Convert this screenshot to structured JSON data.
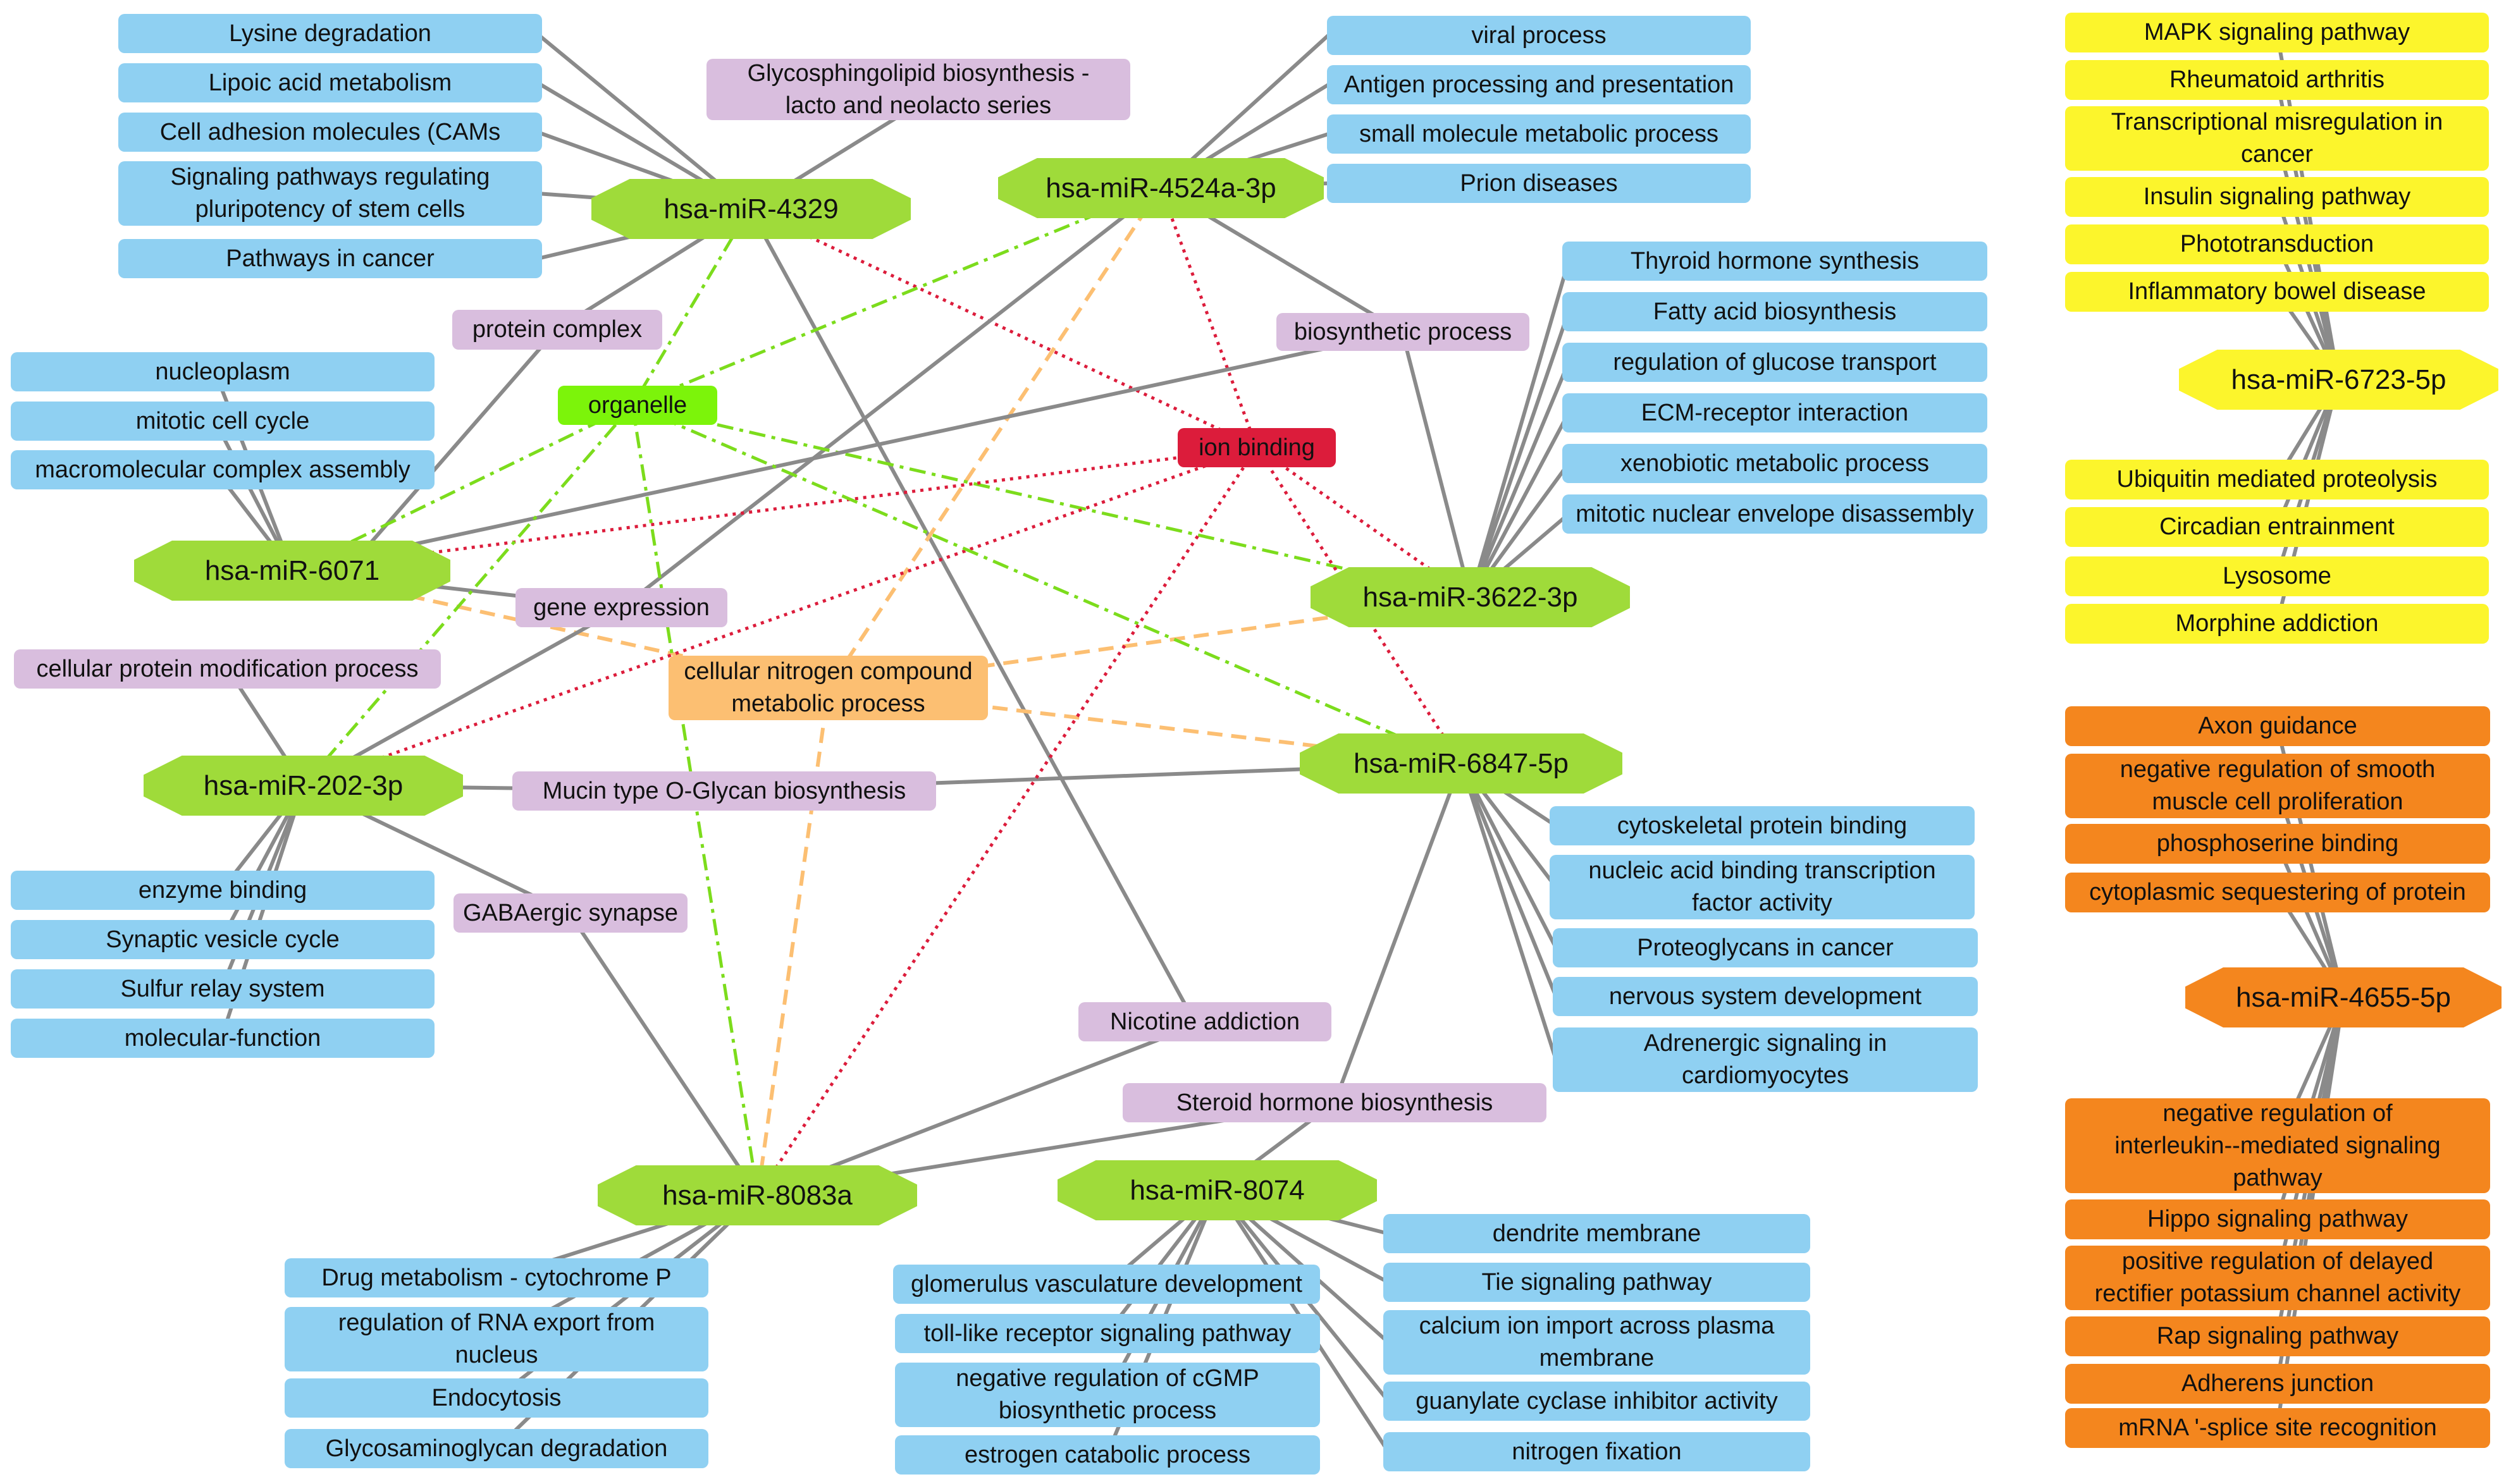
{
  "mirnas": {
    "m4329": "hsa-miR-4329",
    "m4524": "hsa-miR-4524a-3p",
    "m6071": "hsa-miR-6071",
    "m3622": "hsa-miR-3622-3p",
    "m202": "hsa-miR-202-3p",
    "m6847": "hsa-miR-6847-5p",
    "m8083": "hsa-miR-8083a",
    "m8074": "hsa-miR-8074",
    "m6723": "hsa-miR-6723-5p",
    "m4655": "hsa-miR-4655-5p"
  },
  "shared": {
    "glyco_lacto": "Glycosphingolipid biosynthesis -\nlacto and neolacto series",
    "protein_complex": "protein complex",
    "organelle": "organelle",
    "biosynthetic": "biosynthetic process",
    "ion_binding": "ion binding",
    "gene_expression": "gene expression",
    "cell_protein_mod": "cellular protein modification process",
    "cell_nitrogen": "cellular nitrogen compound\nmetabolic process",
    "mucin": "Mucin type O-Glycan biosynthesis",
    "gaba": "GABAergic synapse",
    "nicotine": "Nicotine addiction",
    "steroid": "Steroid hormone biosynthesis"
  },
  "terms": {
    "lysine": "Lysine degradation",
    "lipoic": "Lipoic acid metabolism",
    "cams": "Cell adhesion molecules (CAMs",
    "pluri": "Signaling pathways regulating\npluripotency of stem cells",
    "cancer": "Pathways in cancer",
    "viral": "viral process",
    "antigen": "Antigen processing and presentation",
    "smallmol": "small molecule metabolic process",
    "prion": "Prion diseases",
    "thyroid": "Thyroid hormone synthesis",
    "fatty": "Fatty acid biosynthesis",
    "glucose": "regulation of glucose transport",
    "ecm": "ECM-receptor interaction",
    "xeno": "xenobiotic metabolic process",
    "mitotic_env": "mitotic nuclear envelope disassembly",
    "nucleoplasm": "nucleoplasm",
    "mitotic_cycle": "mitotic cell cycle",
    "macro": "macromolecular complex assembly",
    "enzyme": "enzyme binding",
    "synaptic": "Synaptic vesicle cycle",
    "sulfur": "Sulfur relay system",
    "molfunc": "molecular-function",
    "cytoskel": "cytoskeletal protein binding",
    "nucleic": "nucleic acid binding transcription\nfactor activity",
    "proteoglycans": "Proteoglycans in cancer",
    "nervous": "nervous system development",
    "adrenergic": "Adrenergic signaling in\ncardiomyocytes",
    "drug": "Drug metabolism - cytochrome P",
    "rna_export": "regulation of RNA export from\nnucleus",
    "endocytosis": "Endocytosis",
    "gag": "Glycosaminoglycan degradation",
    "glomerulus": "glomerulus vasculature development",
    "tlr": "toll-like receptor  signaling pathway",
    "cgmp": "negative regulation of cGMP\nbiosynthetic process",
    "estrogen": "estrogen catabolic process",
    "dendrite": "dendrite membrane",
    "tie": "Tie signaling pathway",
    "calcium": "calcium ion import across plasma\nmembrane",
    "guanylate": "guanylate cyclase inhibitor activity",
    "nitrogen_fix": "nitrogen fixation",
    "mapk": "MAPK signaling pathway",
    "rheum": "Rheumatoid arthritis",
    "transcr": "Transcriptional misregulation in\ncancer",
    "insulin": "Insulin signaling pathway",
    "photo": "Phototransduction",
    "ibd": "Inflammatory bowel disease",
    "ubiq": "Ubiquitin mediated proteolysis",
    "circ": "Circadian entrainment",
    "lysosome": "Lysosome",
    "morphine": "Morphine addiction",
    "axon": "Axon guidance",
    "smooth": "negative regulation of smooth\nmuscle cell proliferation",
    "phosphoserine": "phosphoserine binding",
    "sequester": "cytoplasmic sequestering of protein",
    "il_reg": "negative regulation of\ninterleukin--mediated signaling\npathway",
    "hippo": "Hippo signaling pathway",
    "delayed": "positive regulation of delayed\nrectifier potassium channel activity",
    "rap": "Rap signaling pathway",
    "adherens": "Adherens junction",
    "mrna": "mRNA '-splice site recognition"
  },
  "colors": {
    "mirna": "#9fdb3a",
    "blue_term": "#8fd0f2",
    "purple_term": "#d9bede",
    "yellow": "#fcf52c",
    "orange": "#f4861e",
    "peach": "#fcbf72",
    "organelle": "#7cf40a",
    "ion_binding": "#dc1c3b",
    "edge_solid": "#8a8a8a",
    "edge_green_dash": "#7cdc1c",
    "edge_orange_dash": "#fcbf72",
    "edge_red_dot": "#dc1c3b"
  }
}
